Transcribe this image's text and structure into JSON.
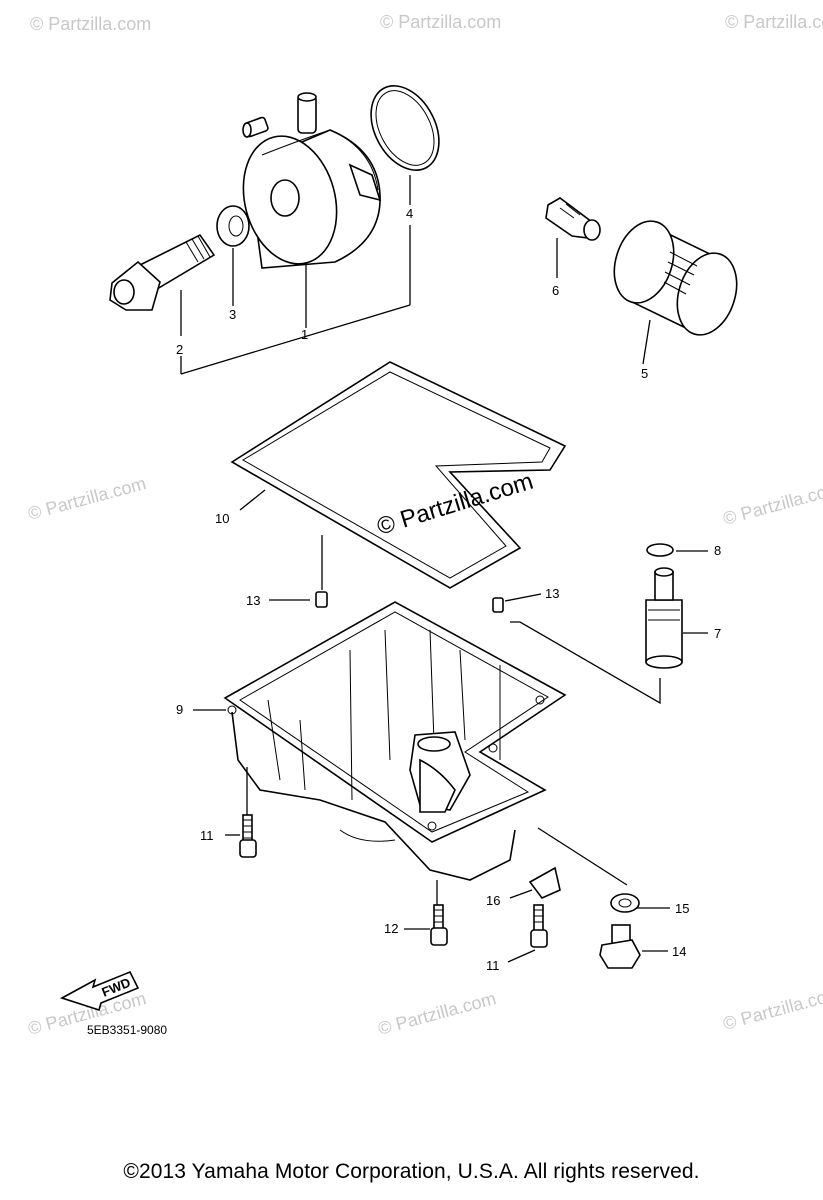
{
  "watermark": {
    "text": "© Partzilla.com",
    "center_text": "© Partzilla.com"
  },
  "callouts": [
    "1",
    "2",
    "3",
    "4",
    "5",
    "6",
    "7",
    "8",
    "9",
    "10",
    "11",
    "12",
    "13",
    "14",
    "15",
    "16"
  ],
  "diagram_code": "5EB3351-9080",
  "fwd_label": "FWD",
  "footer": "©2013  Yamaha Motor Corporation, U.S.A. All rights reserved."
}
